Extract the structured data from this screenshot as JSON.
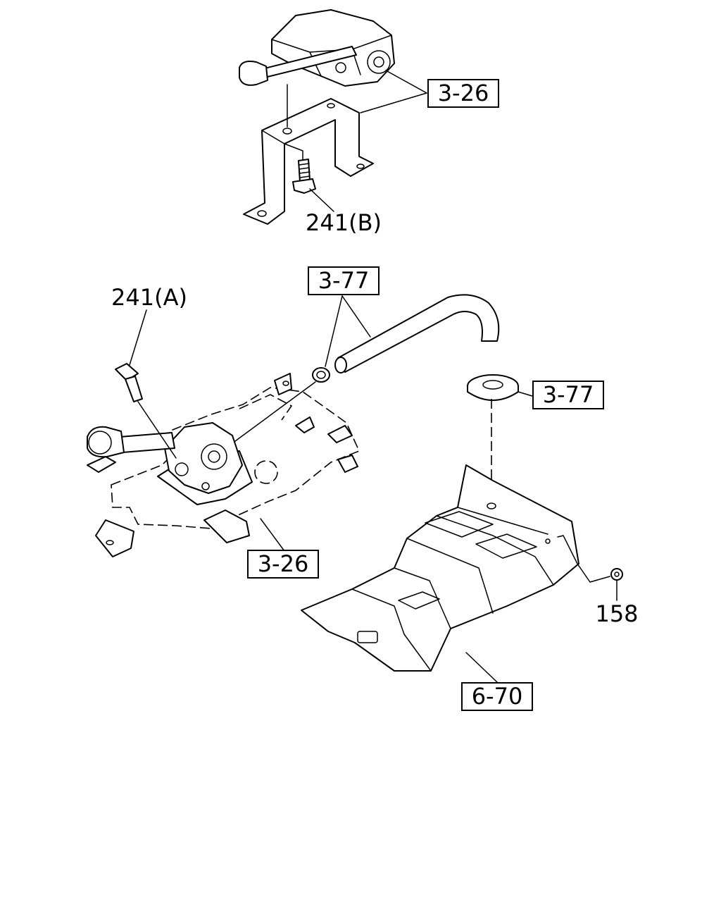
{
  "callouts": {
    "c326_top": "3-26",
    "c241b": "241(B)",
    "c377_top": "3-77",
    "c241a": "241(A)",
    "c377_right": "3-77",
    "c326_bottom": "3-26",
    "c158": "158",
    "c670": "6-70"
  }
}
